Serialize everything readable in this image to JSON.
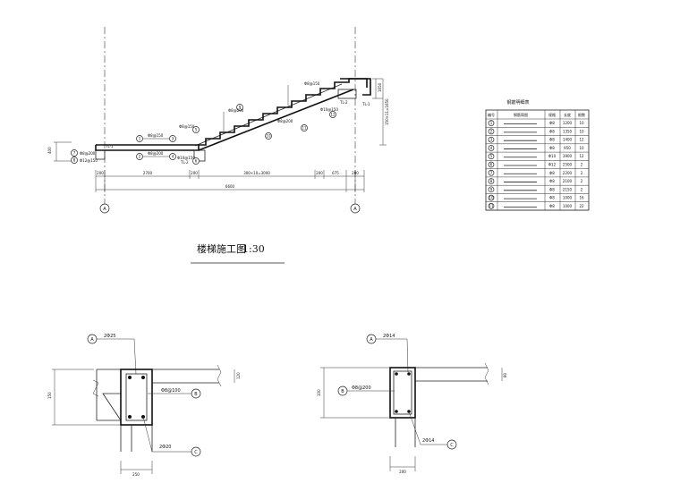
{
  "title": "楼梯施工图",
  "scale": "1:30",
  "section": {
    "dims": [
      "2700",
      "3000",
      "6600",
      "675",
      "200",
      "200",
      "200",
      "200"
    ],
    "stairs_dim": "300×10=3000",
    "height_dim_right": "1650",
    "height_dim_right2": "150×11=1650",
    "height_dim_left": "400",
    "tl_labels": [
      "TL-1",
      "TL-2",
      "TL-2",
      "TL-1"
    ],
    "rebar_labels": [
      "Φ8@150",
      "Φ8@200",
      "Φ8@150",
      "Φ10@150",
      "Φ8@200",
      "Φ12@150",
      "Φ8@200",
      "Φ8@200",
      "Φ10@150",
      "Φ8@150"
    ],
    "bubbles": [
      "1",
      "2",
      "3",
      "4",
      "5",
      "6",
      "7",
      "8",
      "9",
      "10",
      "11",
      "12"
    ],
    "axis_left": "A",
    "axis_right": "A",
    "slab_note": "400"
  },
  "table": {
    "title": "钢筋明细表",
    "headers": [
      "编号",
      "钢筋简图",
      "规格",
      "长度",
      "根数"
    ],
    "rows": [
      [
        "1",
        "",
        "Φ8",
        "1200",
        "10"
      ],
      [
        "2",
        "",
        "Φ8",
        "1350",
        "10"
      ],
      [
        "3",
        "",
        "Φ8",
        "1400",
        "12"
      ],
      [
        "4",
        "",
        "Φ8",
        "950",
        "10"
      ],
      [
        "5",
        "",
        "Φ10",
        "3900",
        "12"
      ],
      [
        "6",
        "",
        "Φ12",
        "2500",
        "2"
      ],
      [
        "7",
        "",
        "Φ8",
        "2200",
        "2"
      ],
      [
        "8",
        "",
        "Φ8",
        "2100",
        "2"
      ],
      [
        "9",
        "",
        "Φ8",
        "2150",
        "2"
      ],
      [
        "10",
        "",
        "Φ8",
        "1000",
        "16"
      ],
      [
        "11",
        "",
        "Φ8",
        "1000",
        "22"
      ]
    ]
  },
  "detail1": {
    "top_bar": "2Φ25",
    "bottom_bar": "2Φ20",
    "stirrup": "Φ8@100",
    "height": "150",
    "slab_t": "120",
    "width": "250",
    "bubble_top": "A",
    "bubble_mid": "B",
    "bubble_bot": "C"
  },
  "detail2": {
    "top_bar": "2Φ14",
    "bottom_bar": "2Φ14",
    "stirrup": "Φ8@200",
    "height": "100",
    "slab_t": "80",
    "width": "200",
    "bubble_top": "A",
    "bubble_mid": "B",
    "bubble_bot": "C"
  }
}
